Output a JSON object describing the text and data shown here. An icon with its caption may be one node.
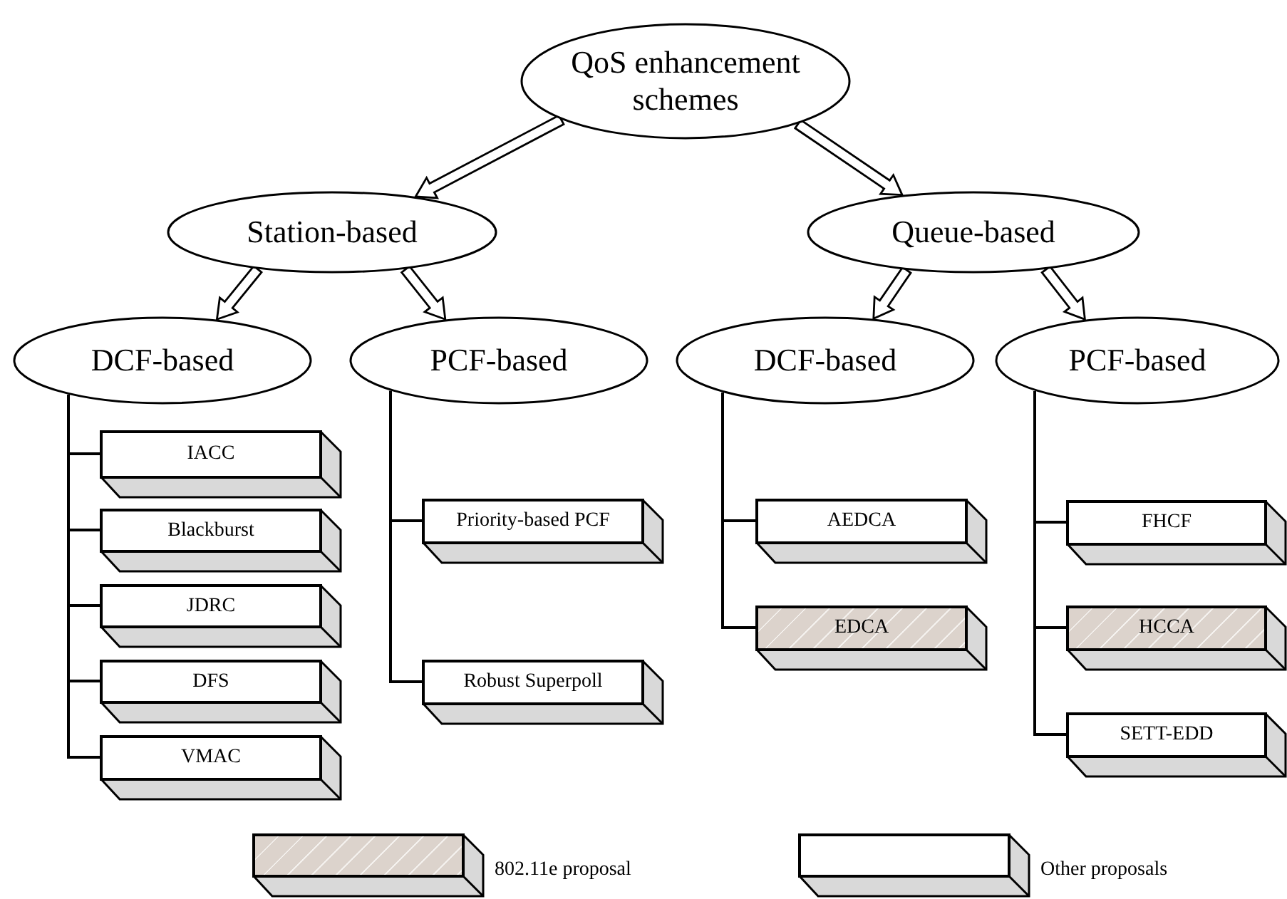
{
  "diagram": {
    "nodes": [
      {
        "text": [
          "QoS enhancement schemes"
        ]
      },
      {
        "text": [
          "Station-based"
        ]
      },
      {
        "text": [
          "Queue-based"
        ]
      },
      {
        "text": [
          "DCF-based"
        ]
      },
      {
        "text": [
          "PCF-based"
        ]
      },
      {
        "text": [
          "DCF-based"
        ]
      },
      {
        "text": [
          "PCF-based"
        ]
      },
      {
        "text": [
          "IACC"
        ]
      },
      {
        "text": [
          "Blackburst"
        ]
      },
      {
        "text": [
          "JDRC"
        ]
      },
      {
        "text": [
          "DFS"
        ]
      },
      {
        "text": [
          "VMAC"
        ]
      },
      {
        "text": [
          "Priority-based PCF"
        ]
      },
      {
        "text": [
          "Robust Superpoll"
        ]
      },
      {
        "text": [
          "AEDCA"
        ]
      },
      {
        "text": [
          "EDCA"
        ]
      },
      {
        "text": [
          "FHCF"
        ]
      },
      {
        "text": [
          "HCCA"
        ]
      },
      {
        "text": [
          "SETT-EDD"
        ]
      }
    ],
    "edges": [
      {
        "from": 0,
        "to": 1,
        "arrow": "to"
      },
      {
        "from": 0,
        "to": 2,
        "arrow": "to"
      },
      {
        "from": 1,
        "to": 3,
        "arrow": "to"
      },
      {
        "from": 1,
        "to": 4,
        "arrow": "to"
      },
      {
        "from": 2,
        "to": 5,
        "arrow": "to"
      },
      {
        "from": 2,
        "to": 6,
        "arrow": "to"
      },
      {
        "from": 3,
        "to": 7,
        "arrow": "none"
      },
      {
        "from": 3,
        "to": 8,
        "arrow": "none"
      },
      {
        "from": 3,
        "to": 9,
        "arrow": "none"
      },
      {
        "from": 3,
        "to": 10,
        "arrow": "none"
      },
      {
        "from": 3,
        "to": 11,
        "arrow": "none"
      },
      {
        "from": 4,
        "to": 12,
        "arrow": "none"
      },
      {
        "from": 4,
        "to": 13,
        "arrow": "none"
      },
      {
        "from": 5,
        "to": 14,
        "arrow": "none"
      },
      {
        "from": 5,
        "to": 15,
        "arrow": "none"
      },
      {
        "from": 6,
        "to": 16,
        "arrow": "none"
      },
      {
        "from": 6,
        "to": 17,
        "arrow": "none"
      },
      {
        "from": 6,
        "to": 18,
        "arrow": "none"
      }
    ],
    "legend": [
      {
        "text": "802.11e proposal",
        "color": "#dcd3cc"
      },
      {
        "text": "Other proposals",
        "color": "#ffffff"
      }
    ]
  }
}
